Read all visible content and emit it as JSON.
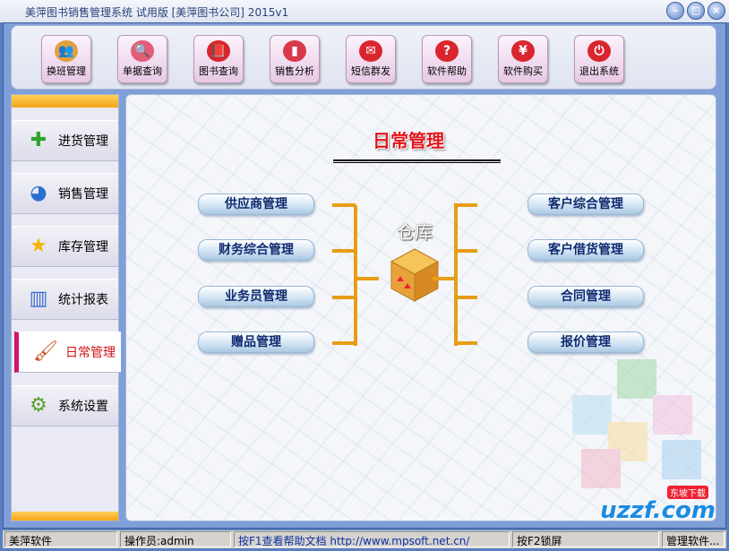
{
  "window": {
    "title": "美萍图书销售管理系统 试用版 [美萍图书公司] 2015v1",
    "minimize": "–",
    "maximize": "□",
    "close": "×"
  },
  "toolbar": [
    {
      "label": "换班管理",
      "icon": "users-icon",
      "glyph": "👥",
      "color": "#e0a040"
    },
    {
      "label": "单据查询",
      "icon": "magnifier-icon",
      "glyph": "🔍",
      "color": "#e35d7a"
    },
    {
      "label": "图书查询",
      "icon": "book-icon",
      "glyph": "📕",
      "color": "#d9262e"
    },
    {
      "label": "销售分析",
      "icon": "bar-chart-icon",
      "glyph": "▮",
      "color": "#d8384a"
    },
    {
      "label": "短信群发",
      "icon": "envelope-icon",
      "glyph": "✉",
      "color": "#d9262e"
    },
    {
      "label": "软件帮助",
      "icon": "help-icon",
      "glyph": "?",
      "color": "#d9262e"
    },
    {
      "label": "软件购买",
      "icon": "yen-icon",
      "glyph": "¥",
      "color": "#d9262e"
    },
    {
      "label": "退出系统",
      "icon": "power-icon",
      "glyph": "⏻",
      "color": "#d9262e"
    }
  ],
  "sidebar": [
    {
      "label": "进货管理",
      "icon": "plus-icon",
      "glyph": "✚",
      "color": "#2ea52e"
    },
    {
      "label": "销售管理",
      "icon": "pie-chart-icon",
      "glyph": "◕",
      "color": "#2a6fd0"
    },
    {
      "label": "库存管理",
      "icon": "star-icon",
      "glyph": "★",
      "color": "#f2b600"
    },
    {
      "label": "统计报表",
      "icon": "report-bars-icon",
      "glyph": "▥",
      "color": "#3a6cc8"
    },
    {
      "label": "日常管理",
      "icon": "brush-icon",
      "glyph": "🖌",
      "color": "#c8501e",
      "active": true
    },
    {
      "label": "系统设置",
      "icon": "gear-icon",
      "glyph": "⚙",
      "color": "#5aa02c"
    }
  ],
  "main": {
    "heading": "日常管理",
    "center_label": "仓库",
    "left_buttons": [
      "供应商管理",
      "财务综合管理",
      "业务员管理",
      "赠品管理"
    ],
    "right_buttons": [
      "客户综合管理",
      "客户借货管理",
      "合同管理",
      "报价管理"
    ],
    "watermark": {
      "logo": "uzzf.com",
      "badge": "东坡下载"
    }
  },
  "status": [
    "美萍软件",
    "操作员:admin",
    "按F1查看帮助文档 http://www.mpsoft.net.cn/",
    "按F2锁屏",
    "管理软件..."
  ]
}
